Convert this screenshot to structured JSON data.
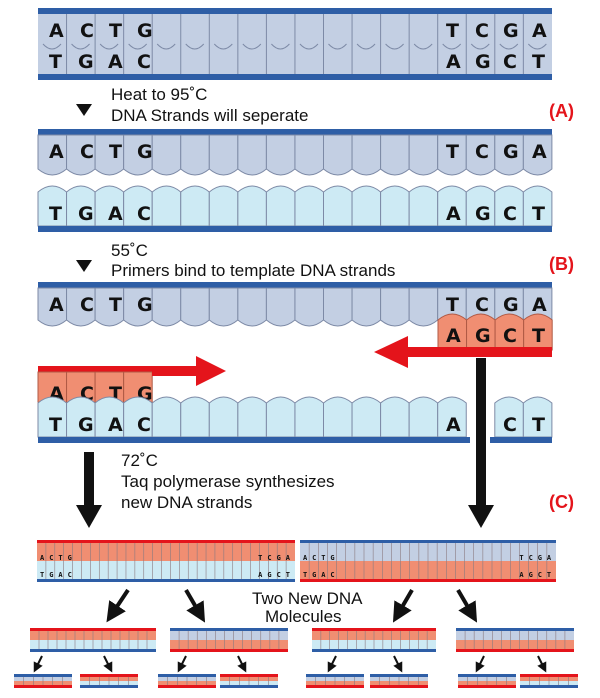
{
  "colors": {
    "backbone": "#2e5ea6",
    "strand_blue": "#c3cfe3",
    "strand_cyan": "#cdeaf4",
    "primer": "#f08e72",
    "arrow_red": "#e4141b",
    "label_red": "#e4141b",
    "text": "#111111"
  },
  "bases": {
    "top_left": [
      "A",
      "C",
      "T",
      "G"
    ],
    "top_right": [
      "T",
      "C",
      "G",
      "A"
    ],
    "bottom_left": [
      "T",
      "G",
      "A",
      "C"
    ],
    "bottom_right": [
      "A",
      "G",
      "C",
      "T"
    ]
  },
  "steps": [
    {
      "label": "(A)",
      "lines": [
        "Heat to 95˚C",
        "DNA Strands will seperate"
      ]
    },
    {
      "label": "(B)",
      "lines": [
        "55˚C",
        "Primers bind to template DNA strands"
      ]
    },
    {
      "label": "(C)",
      "lines": [
        "72˚C",
        "Taq polymerase synthesizes",
        "new DNA strands"
      ]
    }
  ],
  "result": {
    "lines": [
      "Two New DNA",
      "Molecules"
    ]
  },
  "broken_strand_bases": [
    "A",
    "C",
    "T"
  ]
}
